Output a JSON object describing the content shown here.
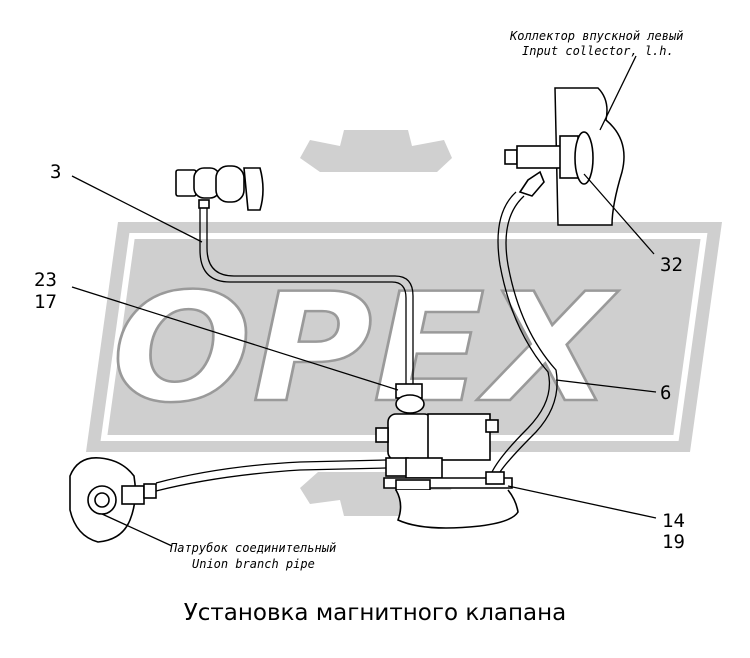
{
  "watermark": {
    "text": "OPEX"
  },
  "labels": {
    "intake_ru": "Коллектор впускной левый",
    "intake_en": "Input collector, l.h.",
    "union_ru": "Патрубок соединительный",
    "union_en": "Union branch pipe"
  },
  "callouts": {
    "c3": "3",
    "c23": "23",
    "c17": "17",
    "c32": "32",
    "c6": "6",
    "c14": "14",
    "c19": "19"
  },
  "caption": "Установка магнитного клапана"
}
